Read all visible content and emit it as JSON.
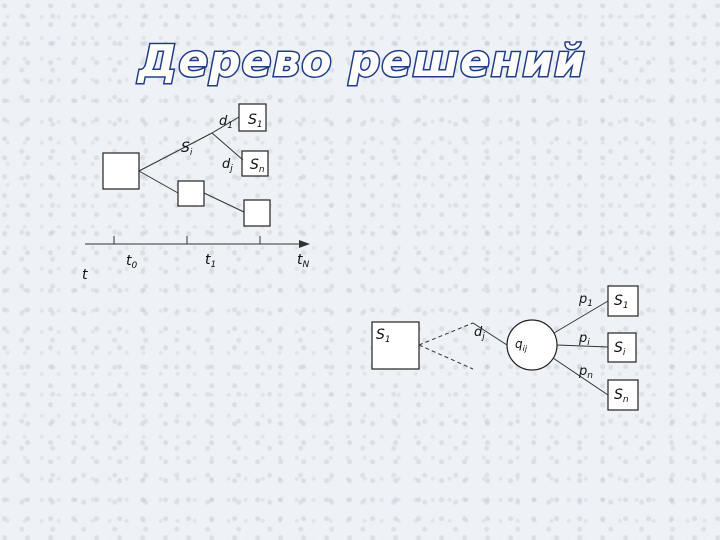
{
  "title": "Дерево решений",
  "tree": {
    "d1": "d",
    "d1_sub": "1",
    "s1": "S",
    "s1_sub": "1",
    "si": "S",
    "si_sub": "i",
    "dj": "d",
    "dj_sub": "j",
    "sn": "S",
    "sn_sub": "n"
  },
  "timeline": {
    "t": "t",
    "t0": "t",
    "t0_sub": "0",
    "t1": "t",
    "t1_sub": "1",
    "tn": "t",
    "tn_sub": "N"
  },
  "chance": {
    "s1_left": "S",
    "s1_left_sub": "1",
    "dj": "d",
    "dj_sub": "j",
    "q": "q",
    "q_sub": "ij",
    "p1": "p",
    "p1_sub": "1",
    "pi": "p",
    "pi_sub": "i",
    "pn": "p",
    "pn_sub": "n",
    "s1": "S",
    "s1_sub": "1",
    "si": "S",
    "si_sub": "i",
    "sn": "S",
    "sn_sub": "n"
  }
}
